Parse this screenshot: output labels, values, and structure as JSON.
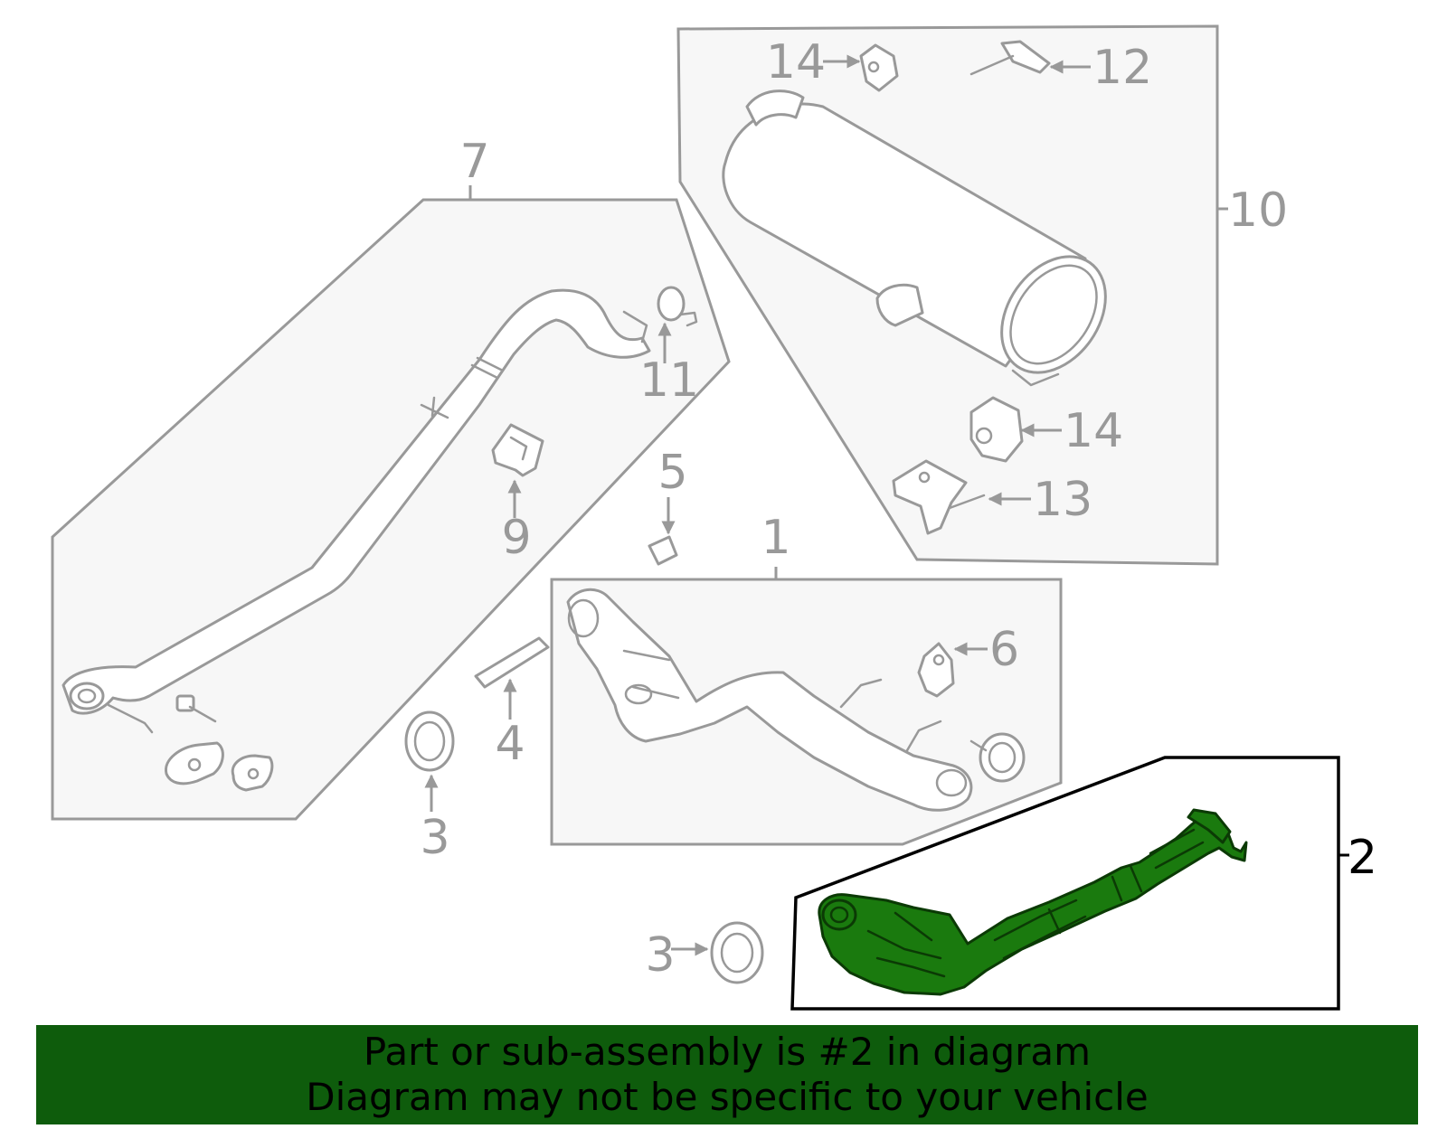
{
  "callouts": {
    "c1": "1",
    "c2": "2",
    "c3a": "3",
    "c3b": "3",
    "c4": "4",
    "c5": "5",
    "c6": "6",
    "c7": "7",
    "c9": "9",
    "c10": "10",
    "c11": "11",
    "c12": "12",
    "c13": "13",
    "c14a": "14",
    "c14b": "14"
  },
  "highlighted_part": "2",
  "colors": {
    "highlight_fill": "#1a7a0e",
    "highlight_stroke": "#0b3a05",
    "banner_bg": "#0e5c0c",
    "line_gray": "#999999"
  },
  "banner": {
    "line1": "Part or sub-assembly is #2 in diagram",
    "line2": "Diagram may not be specific to your vehicle"
  }
}
